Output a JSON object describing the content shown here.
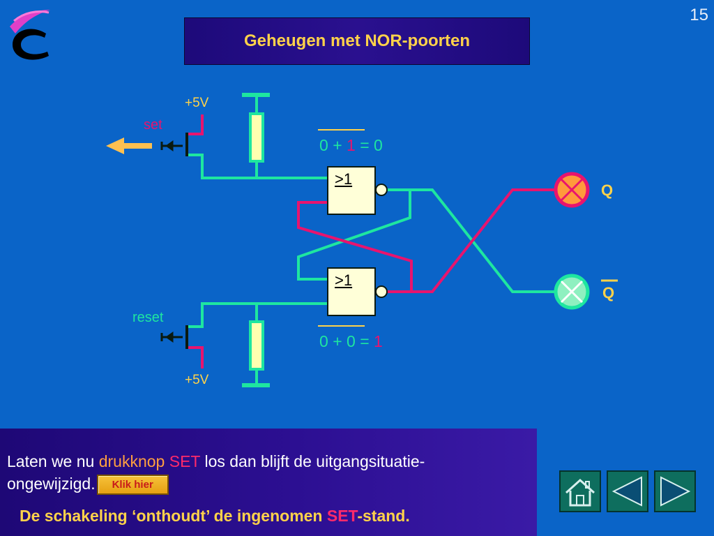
{
  "page_number": "15",
  "title": "Geheugen met NOR-poorten",
  "circuit": {
    "set_label": "set",
    "reset_label": "reset",
    "supply_top": "+5V",
    "supply_bottom": "+5V",
    "gate_top_symbol": ">1",
    "gate_bottom_symbol": ">1",
    "top_eq": {
      "a": "0",
      "plus": "+",
      "b": "1",
      "eq": "=",
      "result": "0"
    },
    "bottom_eq": {
      "a": "0",
      "plus": "+",
      "b": "0",
      "eq": "=",
      "result": "1"
    },
    "output_q": "Q",
    "output_qbar": "Q"
  },
  "info": {
    "line1_a": "Laten we nu ",
    "line1_b": "drukknop ",
    "line1_c": "SET",
    "line1_d": " los dan blijft de uitgangsituatie-",
    "line2_a": "ongewijzigd.",
    "klik_button": "Klik hier",
    "line3_a": "De schakeling ‘onthoudt’ de ingenomen ",
    "line3_b": "SET",
    "line3_c": "-stand."
  },
  "nav": {
    "home": "home-icon",
    "back": "previous-icon",
    "forward": "next-icon"
  },
  "colors": {
    "background": "#0a64c8",
    "wire_high": "#e8146e",
    "wire_low": "#1ee6a0",
    "title_text": "#ffd24a",
    "lamp_on": "#ff9a3c",
    "lamp_off": "#8ff0c0"
  }
}
